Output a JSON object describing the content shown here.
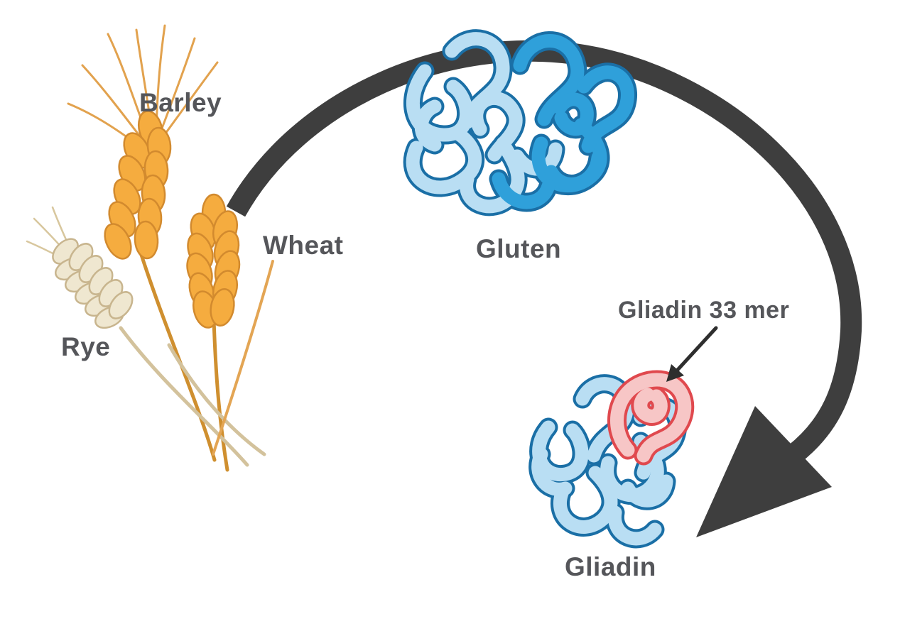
{
  "diagram": {
    "labels": {
      "barley": "Barley",
      "wheat": "Wheat",
      "rye": "Rye",
      "gluten": "Gluten",
      "gliadin_33mer": "Gliadin 33 mer",
      "gliadin": "Gliadin"
    },
    "colors": {
      "background": "#FFFFFF",
      "label_text": "#55565A",
      "big_arrow": "#3E3E3E",
      "pointer_arrow": "#2E2E2E",
      "protein_light_blue": "#B9DEF3",
      "protein_mid_blue": "#2FA0DA",
      "protein_outline_blue": "#1A6FA6",
      "highlight_red_outline": "#E0494E",
      "highlight_red_fill": "#F7C6C6",
      "grain_orange": "#F5AC3F",
      "grain_orange_outline": "#D28A2E",
      "grain_cream": "#EFE7D0",
      "grain_cream_outline": "#C8B58E"
    }
  }
}
